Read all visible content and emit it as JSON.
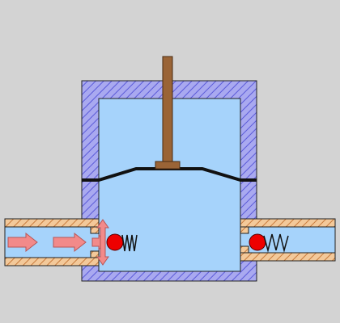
{
  "colors": {
    "background": "#d3d3d3",
    "housing_hatch_bg": "#a9a9f0",
    "housing_hatch_line": "#5a5ad8",
    "pipe_hatch_bg": "#f3c99a",
    "pipe_hatch_line": "#c77a3c",
    "fluid": "#a6d3fb",
    "outline": "#222222",
    "membrane": "#111111",
    "rod": "#9a6436",
    "rod_outline": "#4a2b12",
    "ball": "#ee0000",
    "arrow_fill": "#f28a8a",
    "arrow_stroke": "#b85555",
    "spring": "#111111"
  },
  "icons": {
    "inlet_arrows": "right-arrow",
    "relief_arrows": "up-down-arrow",
    "check_balls": "ball",
    "springs": "coil-spring"
  },
  "components": {
    "inlet_arrow_count": 3,
    "spring_coils": {
      "inlet": 4,
      "outlet": 4
    }
  }
}
